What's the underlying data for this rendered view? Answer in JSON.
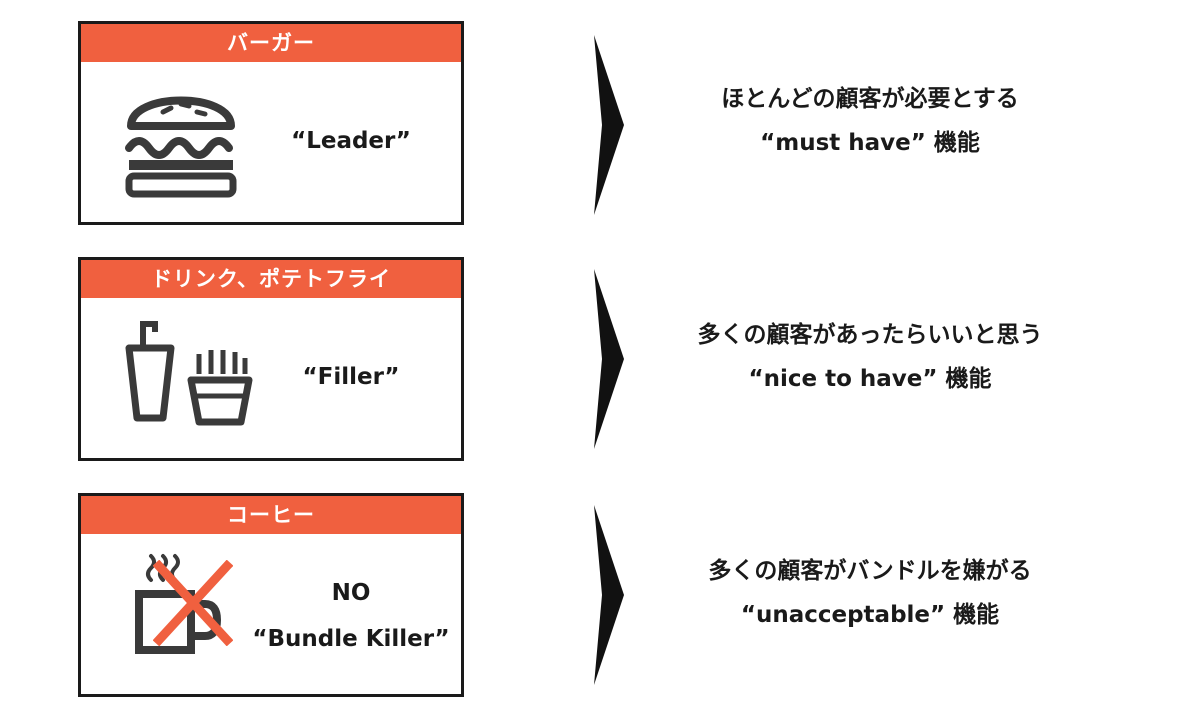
{
  "rows": [
    {
      "category": "バーガー",
      "label": "“Leader”",
      "desc_line1": "ほとんどの顧客が必要とする",
      "desc_line2": "“must have” 機能"
    },
    {
      "category": "ドリンク、ポテトフライ",
      "label": "“Filler”",
      "desc_line1": "多くの顧客があったらいいと思う",
      "desc_line2": "“nice to have” 機能"
    },
    {
      "category": "コーヒー",
      "label_line1": "NO",
      "label_line2": "“Bundle Killer”",
      "desc_line1": "多くの顧客がバンドルを嫌がる",
      "desc_line2": "“unacceptable” 機能"
    }
  ],
  "colors": {
    "accent": "#f0603f",
    "icon": "#3a3a3a",
    "text": "#1a1a1a"
  }
}
